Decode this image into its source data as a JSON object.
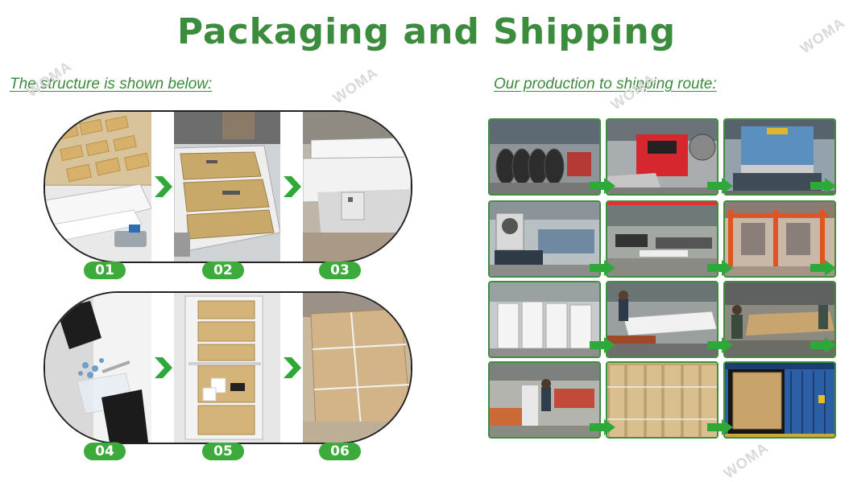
{
  "header": {
    "title": "Packaging and Shipping",
    "left_subtitle": "The structure is shown below:",
    "right_subtitle": "Our production to shipping route:"
  },
  "watermark": "WOMA",
  "structure_steps": [
    {
      "label": "01",
      "scene": "cut-cardboard-sheets"
    },
    {
      "label": "02",
      "scene": "cardboard-frames-on-panel"
    },
    {
      "label": "03",
      "scene": "white-panel-corner"
    },
    {
      "label": "04",
      "scene": "hardware-bags"
    },
    {
      "label": "05",
      "scene": "accessories-in-frame"
    },
    {
      "label": "06",
      "scene": "taped-carton"
    }
  ],
  "route_scenes": [
    "steel-coils",
    "red-slitting-machine",
    "press-brake",
    "punching-machines",
    "assembly-hall",
    "powder-coating-line",
    "white-cabinet-frames",
    "assembly-workbench",
    "worker-with-parts",
    "packing-workstation",
    "stacked-cartons",
    "container-loading"
  ],
  "colors": {
    "accent": "#3c8c3e",
    "badge": "#3cab3c",
    "arrow": "#2fa83a"
  }
}
